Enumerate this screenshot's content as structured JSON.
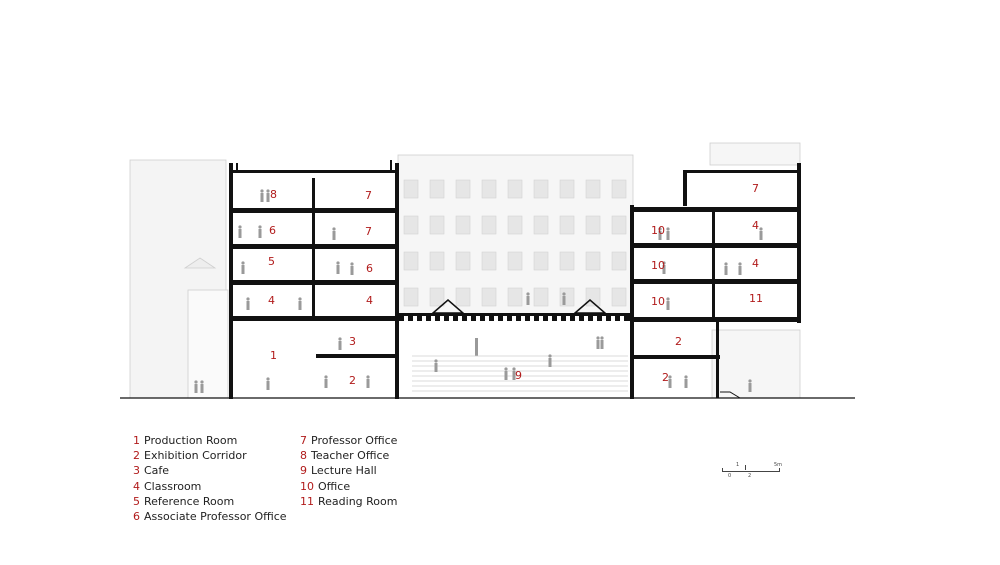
{
  "room_labels": {
    "l8": "8",
    "l7a": "7",
    "l6a": "6",
    "l7b": "7",
    "l5": "5",
    "l6b": "6",
    "l4a": "4",
    "l4b": "4",
    "l1": "1",
    "l3": "3",
    "l2a": "2",
    "l9": "9",
    "l7c": "7",
    "l10a": "10",
    "l4c": "4",
    "l10b": "10",
    "l4d": "4",
    "l10c": "10",
    "l11": "11",
    "l2b": "2",
    "l2c": "2"
  },
  "legend": {
    "col1": [
      {
        "num": "1",
        "name": "Production Room"
      },
      {
        "num": "2",
        "name": "Exhibition Corridor"
      },
      {
        "num": "3",
        "name": "Cafe"
      },
      {
        "num": "4",
        "name": "Classroom"
      },
      {
        "num": "5",
        "name": "Reference Room"
      },
      {
        "num": "6",
        "name": "Associate Professor Office"
      }
    ],
    "col2": [
      {
        "num": "7",
        "name": "Professor Office"
      },
      {
        "num": "8",
        "name": "Teacher Office"
      },
      {
        "num": "9",
        "name": "Lecture Hall"
      },
      {
        "num": "10",
        "name": "Office"
      },
      {
        "num": "11",
        "name": "Reading Room"
      }
    ]
  },
  "scale_bar": {
    "top_label_1": "1",
    "top_label_2": "5m",
    "bottom_label_0": "0",
    "bottom_label_2": "2"
  }
}
